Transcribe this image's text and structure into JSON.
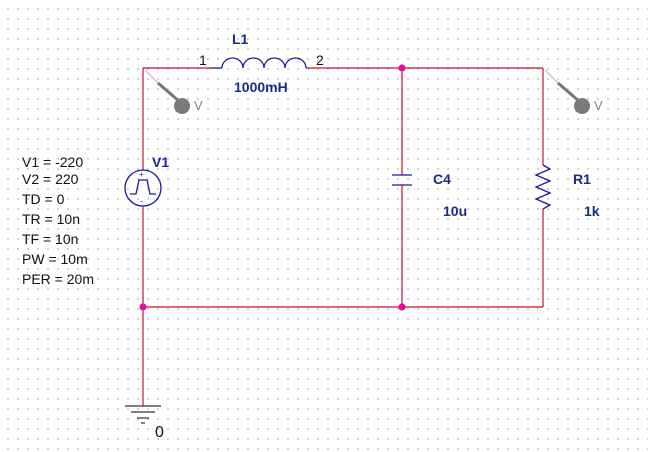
{
  "inductor": {
    "name": "L1",
    "value": "1000mH",
    "pin1": "1",
    "pin2": "2"
  },
  "capacitor": {
    "name": "C4",
    "value": "10u"
  },
  "resistor": {
    "name": "R1",
    "value": "1k"
  },
  "source": {
    "name": "V1",
    "params": [
      "V1 = -220",
      "V2 = 220",
      "TD = 0",
      "TR = 10n",
      "TF = 10n",
      "PW = 10m",
      "PER = 20m"
    ]
  },
  "ground": {
    "label": "0"
  },
  "probes": [
    {
      "label": "V"
    },
    {
      "label": "V"
    }
  ],
  "colors": {
    "wire": "#c8102e",
    "component": "#1a1a9a",
    "label": "#1a2a8a",
    "junction": "#e0109a",
    "probe": "#7a7a7a"
  }
}
